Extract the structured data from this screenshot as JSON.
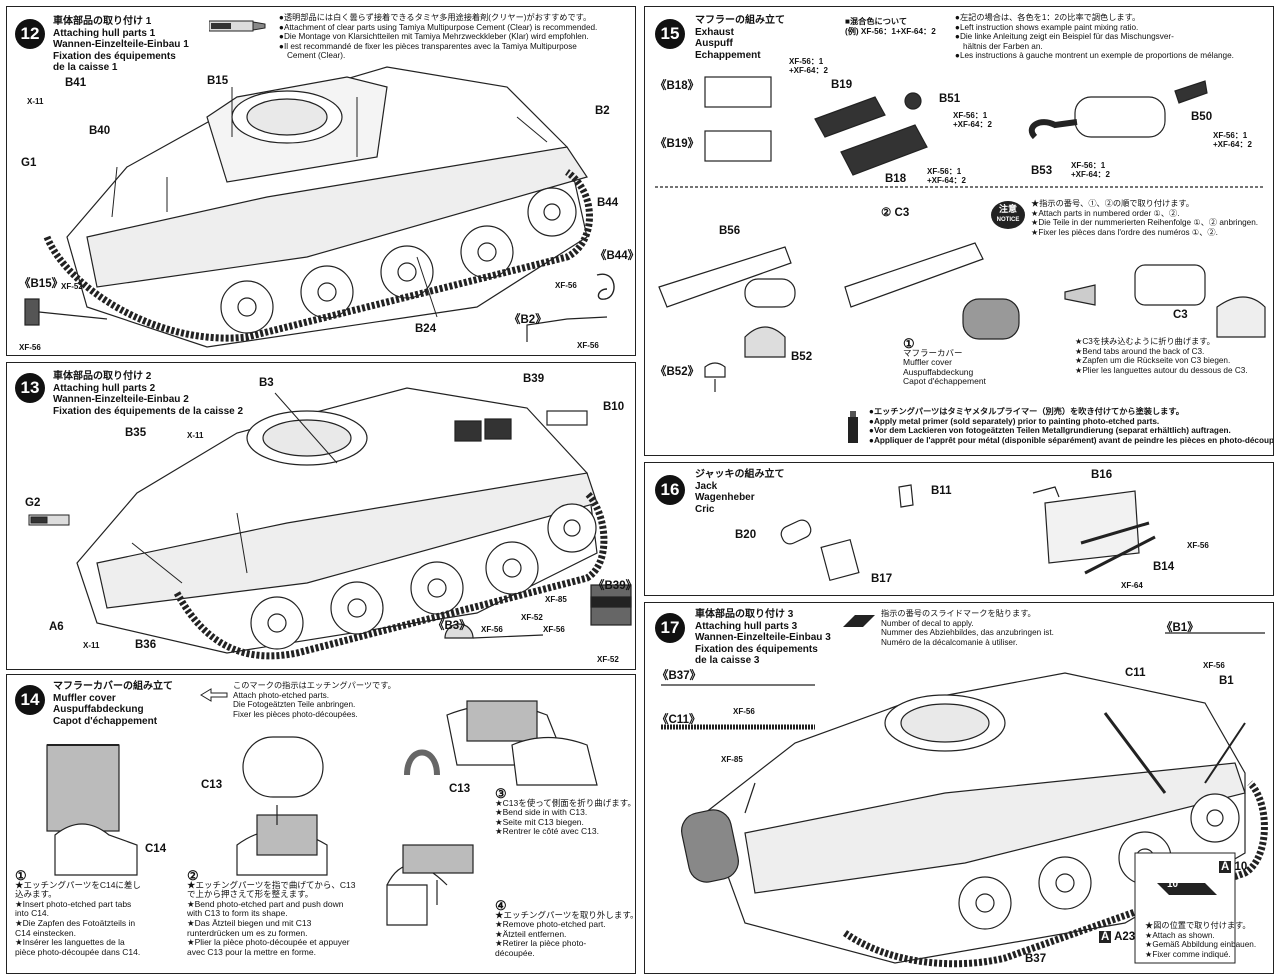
{
  "step12": {
    "number": "12",
    "title": [
      "車体部品の取り付け 1",
      "Attaching hull parts 1",
      "Wannen-Einzelteile-Einbau 1",
      "Fixation des équipements",
      "de la caisse 1"
    ],
    "note": [
      "●透明部品には白く曇らず接着できるタミヤ多用途接着剤(クリヤー)がおすすめです。",
      "●Attachment of clear parts using Tamiya Multipurpose Cement (Clear) is recommended.",
      "●Die Montage von Klarsichtteilen mit Tamiya Mehrzweckkleber (Klar) wird empfohlen.",
      "●Il est recommandé de fixer les pièces transparentes avec la Tamiya Multipurpose",
      "Cement (Clear)."
    ],
    "labels": {
      "b41": "B41",
      "x11": "X-11",
      "b40": "B40",
      "g1": "G1",
      "b15": "B15",
      "b2": "B2",
      "b44": "B44",
      "b24": "B24"
    },
    "inset_b15": {
      "title": "《B15》",
      "xf52": "XF-52",
      "xf56": "XF-56"
    },
    "inset_b44": {
      "title": "《B44》",
      "xf56": "XF-56"
    },
    "inset_b2": {
      "title": "《B2》",
      "xf56": "XF-56"
    }
  },
  "step13": {
    "number": "13",
    "title": [
      "車体部品の取り付け 2",
      "Attaching hull parts 2",
      "Wannen-Einzelteile-Einbau 2",
      "Fixation des équipements de la caisse 2"
    ],
    "labels": {
      "b3": "B3",
      "b39": "B39",
      "b10": "B10",
      "b35": "B35",
      "x11a": "X-11",
      "g2": "G2",
      "a6": "A6",
      "x11b": "X-11",
      "b36": "B36"
    },
    "inset_b3": {
      "title": "《B3》",
      "xf56": "XF-56",
      "xf52": "XF-52"
    },
    "inset_b39": {
      "title": "《B39》",
      "xf85": "XF-85",
      "xf56": "XF-56",
      "xf52": "XF-52"
    }
  },
  "step14": {
    "number": "14",
    "title": [
      "マフラーカバーの組み立て",
      "Muffler cover",
      "Auspuffabdeckung",
      "Capot d'échappement"
    ],
    "etch_note": [
      "このマークの指示はエッチングパーツです。",
      "Attach photo-etched parts.",
      "Die Fotogeätzten Teile anbringen.",
      "Fixer les pièces photo-découpées."
    ],
    "labels": {
      "c14": "C14",
      "c13a": "C13",
      "c13b": "C13"
    },
    "sub1": {
      "n": "①",
      "text": [
        "★エッチングパーツをC14に差し",
        "込みます。",
        "★Insert photo-etched part tabs",
        "into C14.",
        "★Die Zapfen des Fotoätzteils in",
        "C14 einstecken.",
        "★Insérer les languettes de la",
        "pièce photo-découpée dans C14."
      ]
    },
    "sub2": {
      "n": "②",
      "text": [
        "★エッチングパーツを指で曲げてから、C13",
        "で上から押さえて形を整えます。",
        "★Bend photo-etched part and push down",
        "with C13 to form its shape.",
        "★Das Ätzteil biegen und mit C13",
        "runterdrücken um es zu formen.",
        "★Plier la pièce photo-découpée et appuyer",
        "avec C13 pour la mettre en forme."
      ]
    },
    "sub3": {
      "n": "③",
      "text": [
        "★C13を使って側面を折り曲げます。",
        "★Bend side in with C13.",
        "★Seite mit C13 biegen.",
        "★Rentrer le côté avec C13."
      ]
    },
    "sub4": {
      "n": "④",
      "text": [
        "★エッチングパーツを取り外します。",
        "★Remove photo-etched part.",
        "★Ätzteil entfernen.",
        "★Retirer la pièce photo-",
        "découpée."
      ]
    }
  },
  "step15": {
    "number": "15",
    "title": [
      "マフラーの組み立て",
      "Exhaust",
      "Auspuff",
      "Echappement"
    ],
    "mix_title": [
      "■混合色について",
      "(例) XF-56：1+XF-64：2"
    ],
    "mix_note": [
      "●左記の場合は、各色を1：2の比率で調色します。",
      "●Left instruction shows example paint mixing ratio.",
      "●Die linke Anleitung zeigt ein Beispiel für das Mischungsver-",
      "hältnis der Farben an.",
      "●Les instructions à gauche montrent un exemple de proportions de mélange."
    ],
    "labels": {
      "b19": "B19",
      "b51": "B51",
      "b18": "B18",
      "b50": "B50",
      "b53": "B53",
      "b56": "B56",
      "b52": "B52",
      "c3a": "C3",
      "c3b": "C3"
    },
    "paints": {
      "b19": [
        "XF-56：1",
        "+XF-64：2"
      ],
      "b51": [
        "XF-56：1",
        "+XF-64：2"
      ],
      "b18": [
        "XF-56：1",
        "+XF-64：2"
      ],
      "b50": [
        "XF-56：1",
        "+XF-64：2"
      ],
      "b53": [
        "XF-56：1",
        "+XF-64：2"
      ]
    },
    "inset_b18": "《B18》",
    "inset_b19": "《B19》",
    "inset_b52": "《B52》",
    "c3_step": "②",
    "order_note": [
      "★指示の番号、①、②の順で取り付けます。",
      "★Attach parts in numbered order ①、②.",
      "★Die Teile in der nummerierten Reihenfolge ①、② anbringen.",
      "★Fixer les pièces dans l'ordre des numéros ①、②."
    ],
    "notice": [
      "注意",
      "NOTICE"
    ],
    "muffler_n": "①",
    "muffler_text": [
      "マフラーカバー",
      "Muffler cover",
      "Auspuffabdeckung",
      "Capot d'échappement"
    ],
    "c3_note": [
      "★C3を挟み込むように折り曲げます。",
      "★Bend tabs around the back of C3.",
      "★Zapfen um die Rückseite von C3 biegen.",
      "★Plier les languettes autour du dessous de C3."
    ],
    "primer_note": [
      "●エッチングパーツはタミヤメタルプライマー（別売）を吹き付けてから塗装します。",
      "●Apply metal primer (sold separately) prior to painting photo-etched parts.",
      "●Vor dem Lackieren von fotogeätzten Teilen Metallgrundierung (separat erhältlich) auftragen.",
      "●Appliquer de l'apprêt pour métal (disponible séparément) avant de peindre les pièces en photo-découpe."
    ]
  },
  "step16": {
    "number": "16",
    "title": [
      "ジャッキの組み立て",
      "Jack",
      "Wagenheber",
      "Cric"
    ],
    "labels": {
      "b11": "B11",
      "b20": "B20",
      "b17": "B17",
      "b16": "B16",
      "b14": "B14",
      "xf56": "XF-56",
      "xf64": "XF-64"
    }
  },
  "step17": {
    "number": "17",
    "title": [
      "車体部品の取り付け 3",
      "Attaching hull parts 3",
      "Wannen-Einzelteile-Einbau 3",
      "Fixation des équipements",
      "de la caisse 3"
    ],
    "decal_note": [
      "指示の番号のスライドマークを貼ります。",
      "Number of decal to apply.",
      "Nummer des Abziehbildes, das anzubringen ist.",
      "Numéro de la décalcomanie à utiliser."
    ],
    "inset_b37": {
      "title": "《B37》",
      "xf56": "XF-56"
    },
    "inset_c11": {
      "title": "《C11》",
      "xf85": "XF-85"
    },
    "inset_b1": {
      "title": "《B1》",
      "xf56": "XF-56"
    },
    "labels": {
      "c11": "C11",
      "b1": "B1",
      "b37": "B37",
      "a23": "A23",
      "a10": "10",
      "a_a": "A",
      "a_b": "A",
      "decal_num": "10"
    },
    "a10_note": [
      "★図の位置で取り付けます。",
      "★Attach as shown.",
      "★Gemäß Abbildung einbauen.",
      "★Fixer comme indiqué."
    ]
  }
}
